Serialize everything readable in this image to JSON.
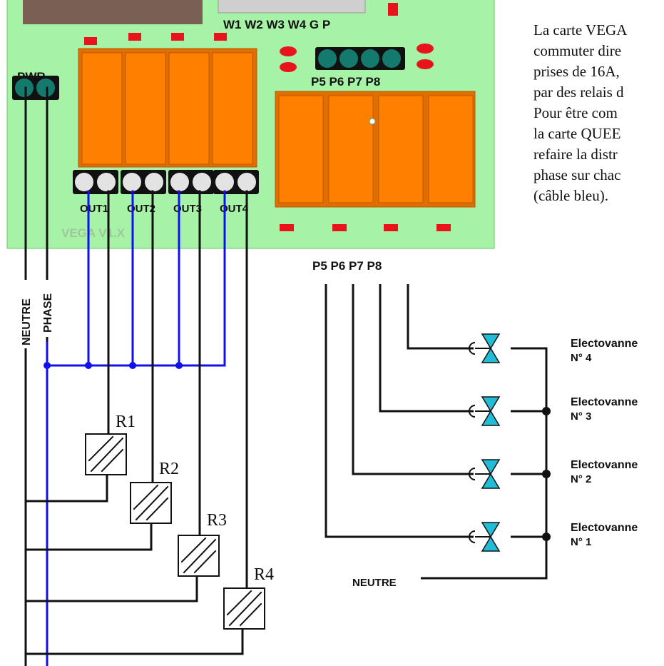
{
  "board": {
    "name": "VEGA  V1.X",
    "top_connector_label": "W1 W2 W3 W4 G P",
    "pwr_label": "PWR",
    "relay_connector_label": "P5 P6 P7 P8",
    "outputs": [
      "OUT1",
      "OUT2",
      "OUT3",
      "OUT4"
    ]
  },
  "description_lines": [
    "La carte VEGA",
    "commuter dire",
    "prises de 16A,",
    "par des relais d",
    "Pour être com",
    "la carte QUEE",
    "refaire la distr",
    "phase sur chac",
    "(câble bleu)."
  ],
  "left_wiring": {
    "neutral_label": "NEUTRE",
    "phase_label": "PHASE",
    "relays": [
      "R1",
      "R2",
      "R3",
      "R4"
    ]
  },
  "valve_wiring": {
    "connector_label": "P5 P6 P7 P8",
    "neutral_label": "NEUTRE",
    "valves": [
      {
        "name": "Electovanne",
        "number": "N° 4"
      },
      {
        "name": "Electovanne",
        "number": "N° 3"
      },
      {
        "name": "Electovanne",
        "number": "N° 2"
      },
      {
        "name": "Electovanne",
        "number": "N° 1"
      }
    ]
  },
  "colors": {
    "board": "#a6f2a6",
    "relay": "#ff8000",
    "relay_dark": "#e06e00",
    "connector": "#157a6e",
    "phase_wire": "#1010ee",
    "wire": "#111111",
    "valve": "#22bcd6",
    "led": "#e8131b"
  }
}
